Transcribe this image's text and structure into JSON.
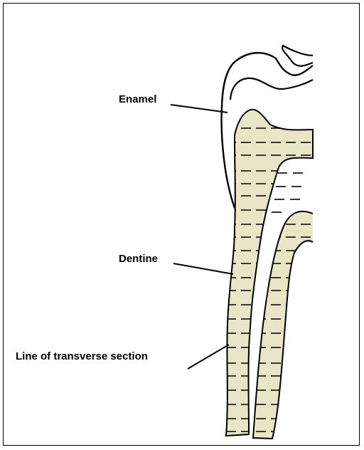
{
  "labels": {
    "enamel": "Enamel",
    "dentine": "Dentine",
    "section_line": "Line of transverse section"
  },
  "colors": {
    "dentine_fill": "#e8e6c6",
    "outline": "#000000",
    "background": "#ffffff"
  }
}
